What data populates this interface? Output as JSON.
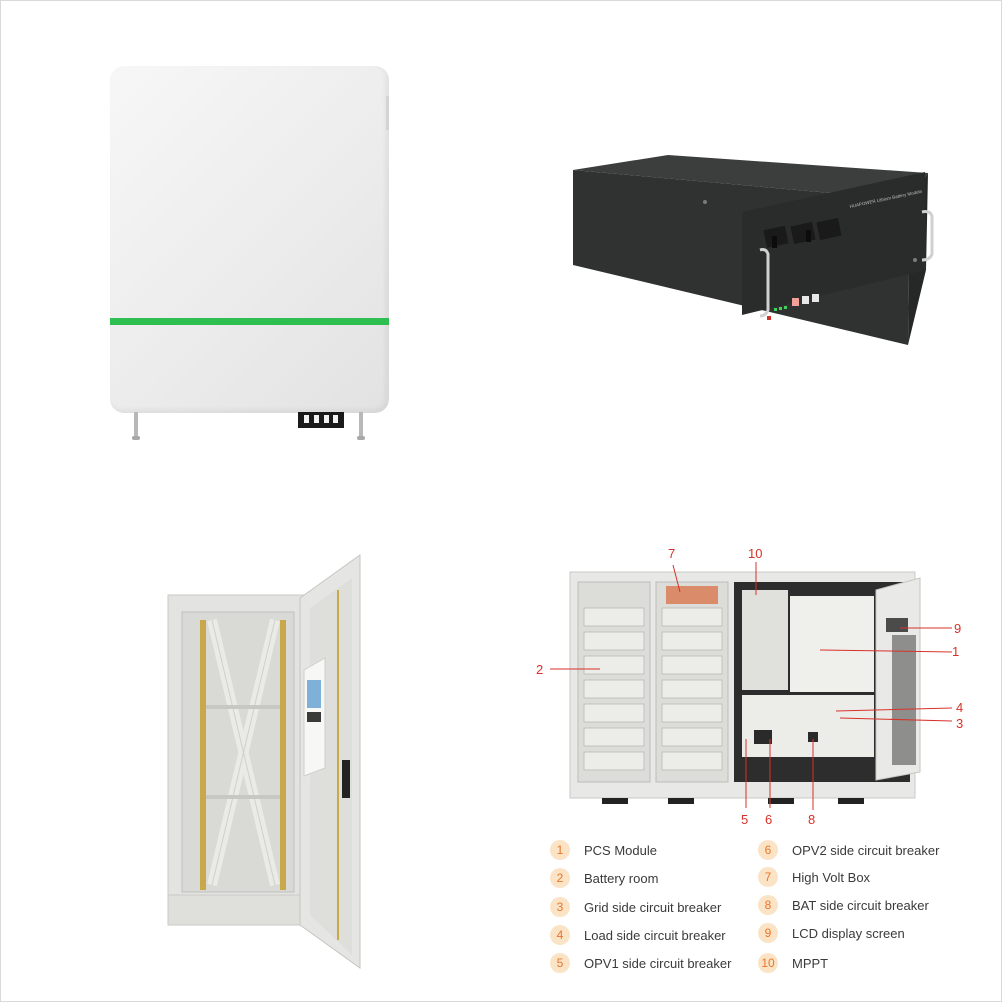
{
  "products": {
    "wall_battery": {
      "stripe_color": "#2dc050",
      "body_color": "#f0f0f0"
    },
    "rack_battery": {
      "panel_text": "HUAPOWER Lithium Battery Module",
      "body_color": "#2f3231"
    },
    "outdoor_cabinet": {
      "body_color": "#e5e6e3"
    },
    "energy_storage_cabinet": {
      "callout_color": "#d8312a",
      "callouts": [
        "1",
        "2",
        "3",
        "4",
        "5",
        "6",
        "7",
        "8",
        "9",
        "10"
      ],
      "legend": [
        {
          "num": "1",
          "label": "PCS Module"
        },
        {
          "num": "2",
          "label": "Battery room"
        },
        {
          "num": "3",
          "label": "Grid side circuit breaker"
        },
        {
          "num": "4",
          "label": "Load side circuit breaker"
        },
        {
          "num": "5",
          "label": "OPV1 side circuit breaker"
        },
        {
          "num": "6",
          "label": "OPV2 side circuit breaker"
        },
        {
          "num": "7",
          "label": "High Volt Box"
        },
        {
          "num": "8",
          "label": "BAT side circuit breaker"
        },
        {
          "num": "9",
          "label": "LCD display screen"
        },
        {
          "num": "10",
          "label": "MPPT"
        }
      ]
    }
  }
}
